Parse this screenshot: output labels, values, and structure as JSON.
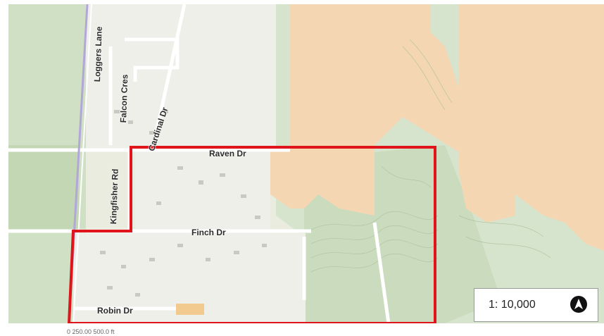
{
  "map": {
    "streets": {
      "loggers_lane": "Loggers Lane",
      "falcon_cres": "Falcon Cres",
      "cardinal_dr": "Cardinal Dr",
      "raven_dr": "Raven Dr",
      "kingfisher_rd": "Kingfisher Rd",
      "finch_dr": "Finch Dr",
      "robin_dr": "Robin Dr"
    },
    "scale": "1: 10,000",
    "north_icon": "north-arrow-icon",
    "scalebar_text": "0          250.00          500.0 ft",
    "colors": {
      "boundary": "#e0141b",
      "orange_parcels": "#f5d6b3",
      "green_terrain": "#d7e4cd",
      "road": "#ffffff",
      "loggers_lane_line": "#b3a6d9"
    }
  }
}
